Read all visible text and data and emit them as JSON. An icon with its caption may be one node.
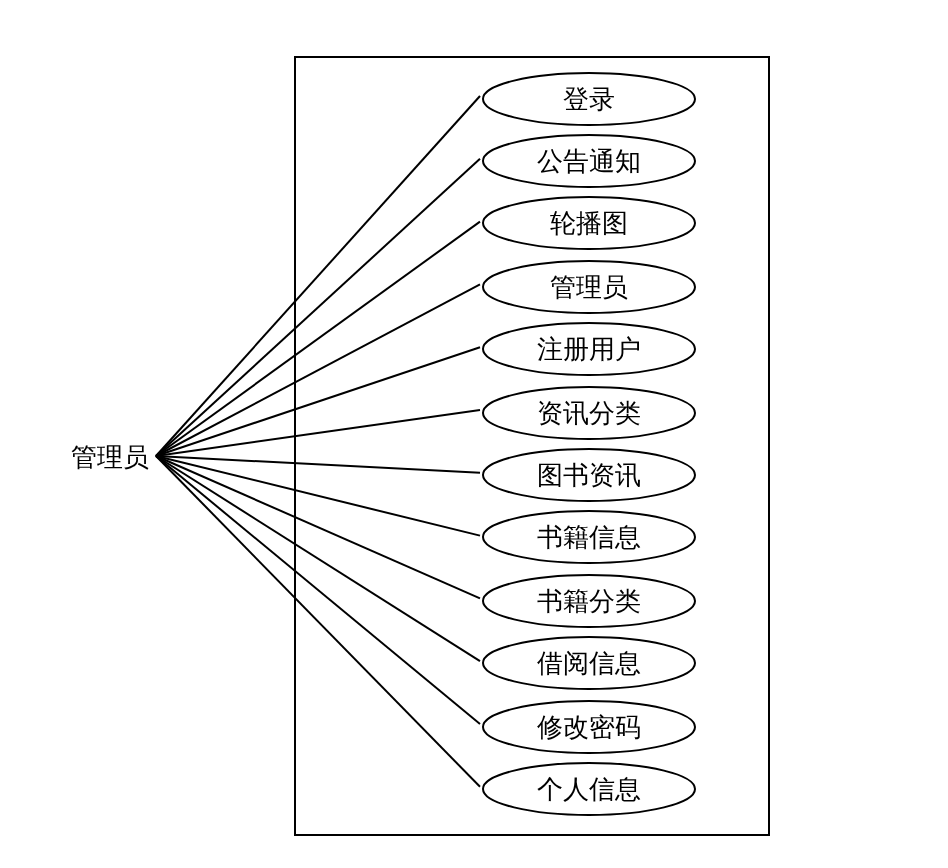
{
  "diagram": {
    "nodes": [
      {
        "text": [
          "管理员"
        ]
      },
      {
        "text": [],
        "shape": "box"
      },
      {
        "text": [
          "登录"
        ],
        "in": 1
      },
      {
        "text": [
          "公告通知"
        ],
        "in": 1
      },
      {
        "text": [
          "轮播图"
        ],
        "in": 1
      },
      {
        "text": [
          "管理员"
        ],
        "in": 1
      },
      {
        "text": [
          "注册用户"
        ],
        "in": 1
      },
      {
        "text": [
          "资讯分类"
        ],
        "in": 1
      },
      {
        "text": [
          "图书资讯"
        ],
        "in": 1
      },
      {
        "text": [
          "书籍信息"
        ],
        "in": 1
      },
      {
        "text": [
          "书籍分类"
        ],
        "in": 1
      },
      {
        "text": [
          "借阅信息"
        ],
        "in": 1
      },
      {
        "text": [
          "修改密码"
        ],
        "in": 1
      },
      {
        "text": [
          "个人信息"
        ],
        "in": 1
      }
    ],
    "edges": [
      {
        "from": 0,
        "to": 2,
        "arrow": "none"
      },
      {
        "from": 0,
        "to": 3,
        "arrow": "none"
      },
      {
        "from": 0,
        "to": 4,
        "arrow": "none"
      },
      {
        "from": 0,
        "to": 5,
        "arrow": "none"
      },
      {
        "from": 0,
        "to": 6,
        "arrow": "none"
      },
      {
        "from": 0,
        "to": 7,
        "arrow": "none"
      },
      {
        "from": 0,
        "to": 8,
        "arrow": "none"
      },
      {
        "from": 0,
        "to": 9,
        "arrow": "none"
      },
      {
        "from": 0,
        "to": 10,
        "arrow": "none"
      },
      {
        "from": 0,
        "to": 11,
        "arrow": "none"
      },
      {
        "from": 0,
        "to": 12,
        "arrow": "none"
      },
      {
        "from": 0,
        "to": 13,
        "arrow": "none"
      }
    ]
  }
}
